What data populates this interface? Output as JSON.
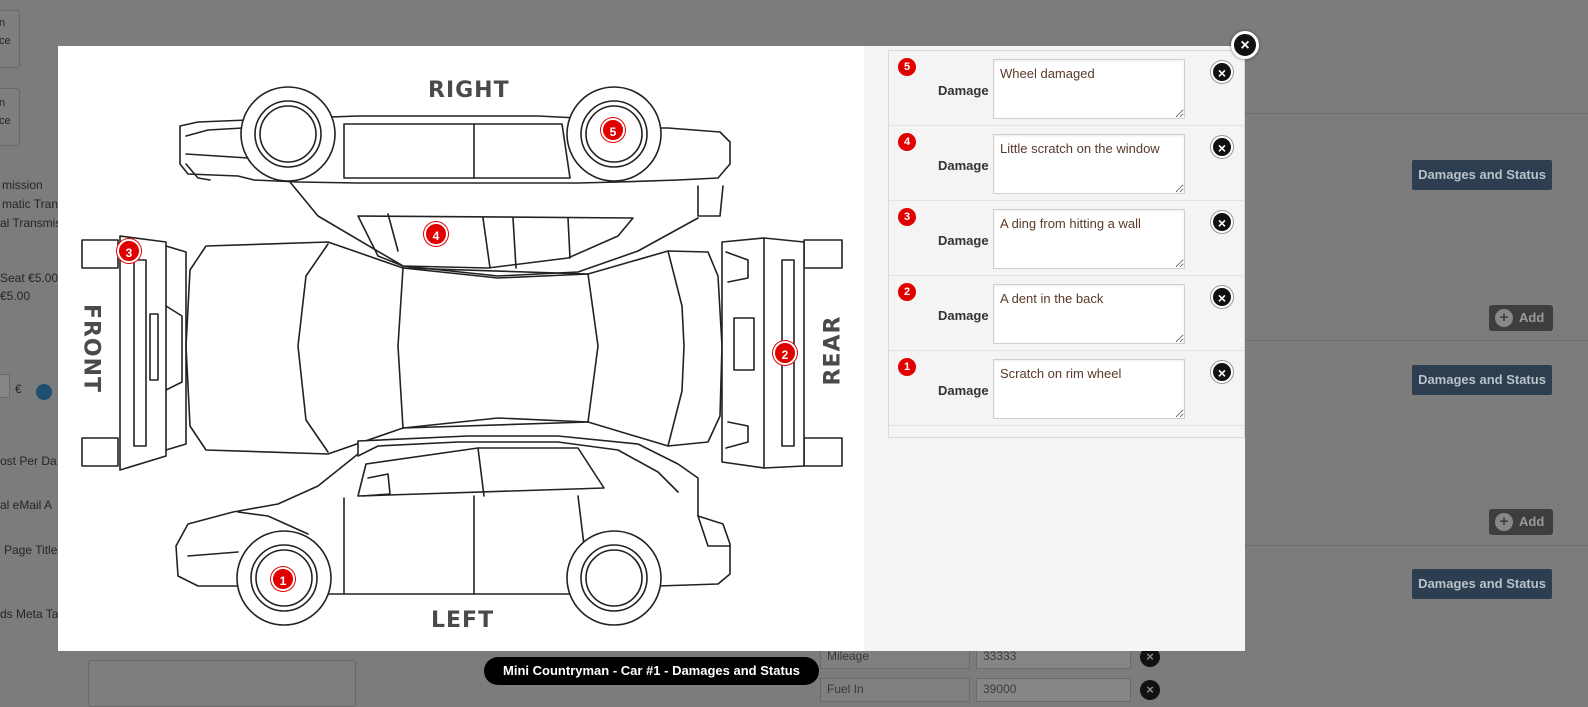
{
  "background": {
    "left_fragments": [
      "n",
      "ce",
      "n",
      "ce",
      "mission",
      "matic Trans",
      "al Transmis",
      "Seat €5.00",
      "€5.00",
      "€",
      "ost Per Da",
      "al eMail A",
      "Page Title",
      "ds Meta Ta"
    ],
    "status_buttons": [
      "Damages and Status",
      "Damages and Status",
      "Damages and Status"
    ],
    "add_buttons": [
      "Add",
      "Add"
    ],
    "fields": [
      {
        "label": "Mileage",
        "value": "33333"
      },
      {
        "label": "Fuel In",
        "value": "39000"
      }
    ],
    "close_glyph": "×"
  },
  "diagram": {
    "labels": {
      "right": "RIGHT",
      "left": "LEFT",
      "front": "FRONT",
      "rear": "REAR"
    },
    "markers": [
      "1",
      "2",
      "3",
      "4",
      "5"
    ]
  },
  "damages": [
    {
      "num": "5",
      "label": "Damage",
      "text": "Wheel damaged"
    },
    {
      "num": "4",
      "label": "Damage",
      "text": "Little scratch on the window"
    },
    {
      "num": "3",
      "label": "Damage",
      "text": "A ding from hitting a wall"
    },
    {
      "num": "2",
      "label": "Damage",
      "text": "A dent in the back"
    },
    {
      "num": "1",
      "label": "Damage",
      "text": "Scratch on rim wheel"
    }
  ],
  "delete_glyph": "×",
  "modal_close_glyph": "×",
  "caption": "Mini Countryman - Car #1 - Damages and Status",
  "colors": {
    "marker": "#e10000",
    "status_button": "#2c3e50"
  },
  "icons": [
    "close-icon",
    "plus-icon",
    "globe-icon"
  ]
}
